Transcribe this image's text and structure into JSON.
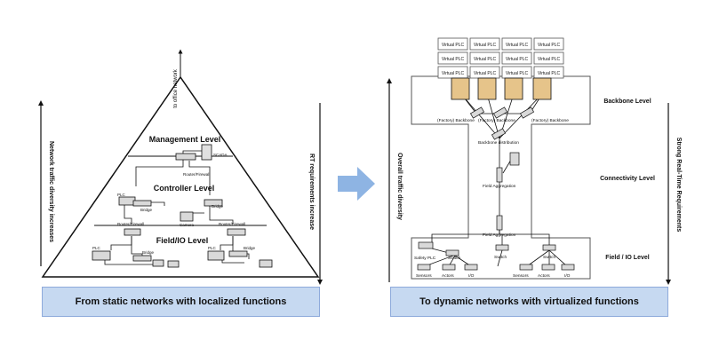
{
  "left": {
    "to_office": "to office network",
    "levels": {
      "management": "Management Level",
      "controller": "Controller Level",
      "field": "Field/IO Level"
    },
    "labels": {
      "scada": "SCADA",
      "router_top": "Router/Firewall",
      "plc_left": "PLC",
      "bridge_left": "Bridge",
      "bridge_right": "Bridge",
      "camera": "Camera",
      "router_left": "Router/Firewall",
      "router_right": "Router/Firewall",
      "plc_bottom_left": "PLC",
      "bridge_bottom_left": "Bridge",
      "plc_bottom_right": "PLC",
      "bridge_bottom_right": "Bridge"
    },
    "left_axis": "Network traffic diversity increases",
    "right_axis": "RT requirements increase",
    "banner": "From static networks with localized functions"
  },
  "right": {
    "virtual_plc": "Virtual PLC",
    "backbone_labels": [
      "(Factory) Backbone",
      "(Factory) Backbone",
      "(Factory) Backbone"
    ],
    "backbone_distribution": "Backbone distribution",
    "field_aggregation_1": "Field Aggregation",
    "field_aggregation_2": "Field Aggregation",
    "field_nodes": {
      "safety_plc": "Safety PLC",
      "switch_1": "Switch",
      "switch_2": "Switch",
      "switch_3": "Switch",
      "sensors_1": "Sensors",
      "actors_1": "Actors",
      "io_1": "I/O",
      "sensors_2": "Sensors",
      "actors_2": "Actors",
      "io_2": "I/O"
    },
    "levels": {
      "backbone": "Backbone Level",
      "connectivity": "Connectivity Level",
      "field": "Field / IO Level"
    },
    "left_axis": "Overall traffic diversity",
    "right_axis": "Strong Real-Time Requirements",
    "banner": "To dynamic networks with virtualized functions"
  },
  "colors": {
    "banner": "#c6d9f1",
    "arrow": "#8eb4e3",
    "device": "#d9d9d9",
    "server": "#e6c48a"
  }
}
